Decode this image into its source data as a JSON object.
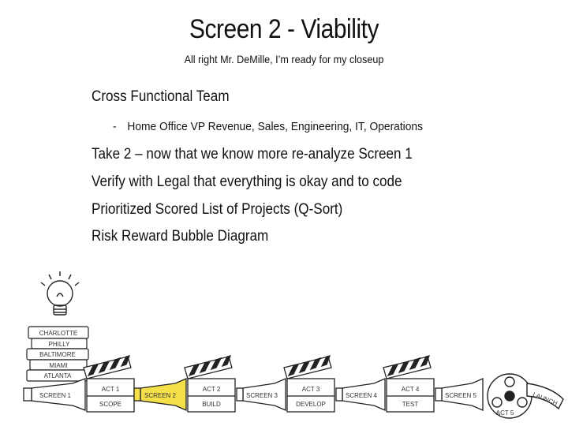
{
  "slide": {
    "title": "Screen 2 - Viability",
    "subtitle": "All right Mr. DeMille, I’m ready for my closeup"
  },
  "bullets": {
    "b1": "Cross Functional Team",
    "b1_sub": "Home Office VP Revenue, Sales, Engineering, IT, Operations",
    "b2": "Take 2 – now that we know more re-analyze Screen 1",
    "b3": "Verify with Legal that everything is okay and to code",
    "b4": "Prioritized Scored List of Projects (Q-Sort)",
    "b5": "Risk Reward Bubble Diagram"
  },
  "illustration": {
    "books": [
      "CHARLOTTE",
      "PHILLY",
      "BALTIMORE",
      "MIAMI",
      "ATLANTA"
    ],
    "steps": [
      {
        "kind": "megaphone",
        "label": "SCREEN 1",
        "highlight": false
      },
      {
        "kind": "clapper",
        "label": "ACT 1",
        "sublabel": "SCOPE"
      },
      {
        "kind": "megaphone",
        "label": "SCREEN 2",
        "highlight": true
      },
      {
        "kind": "clapper",
        "label": "ACT 2",
        "sublabel": "BUILD"
      },
      {
        "kind": "megaphone",
        "label": "SCREEN 3",
        "highlight": false
      },
      {
        "kind": "clapper",
        "label": "ACT 3",
        "sublabel": "DEVELOP"
      },
      {
        "kind": "megaphone",
        "label": "SCREEN 4",
        "highlight": false
      },
      {
        "kind": "clapper",
        "label": "ACT 4",
        "sublabel": "TEST"
      },
      {
        "kind": "megaphone",
        "label": "SCREEN 5",
        "highlight": false
      }
    ],
    "final": {
      "label": "ACT 5",
      "sublabel": "LAUNCH"
    },
    "colors": {
      "highlight": "#f5e04a",
      "ink": "#222222"
    }
  }
}
